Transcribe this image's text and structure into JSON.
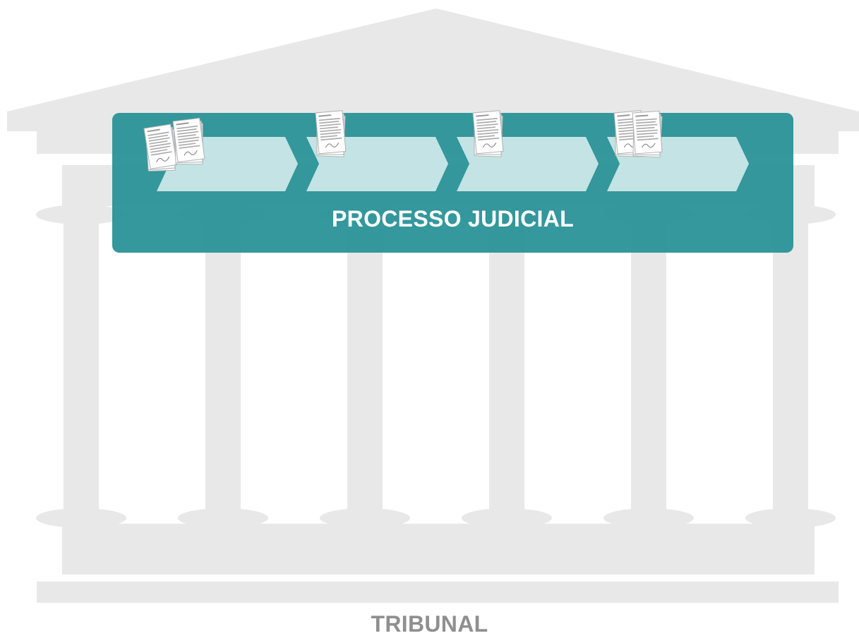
{
  "diagram": {
    "process_label": "PROCESSO JUDICIAL",
    "building_label": "TRIBUNAL",
    "stage_count": 4,
    "documents_per_stage": [
      2,
      1,
      1,
      2
    ]
  },
  "colors": {
    "building": "#e8e8e8",
    "process_band": "#2c9499",
    "stage_arrow": "#c4e3e4",
    "building_label": "#8f8f8f"
  }
}
